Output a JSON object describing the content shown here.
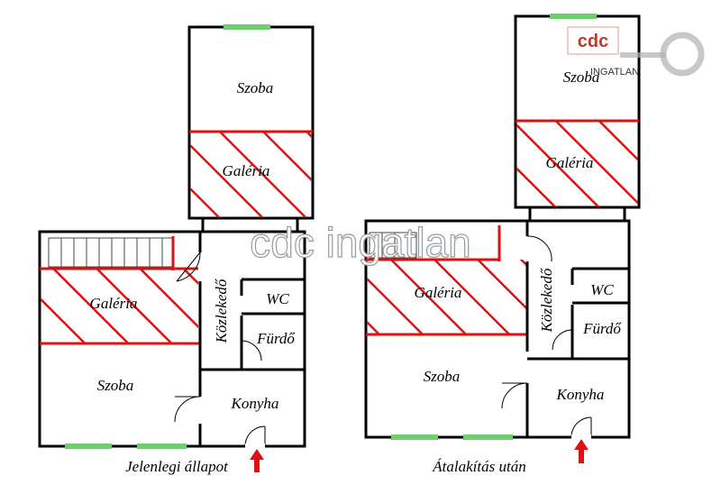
{
  "plans": {
    "current": {
      "caption": "Jelenlegi állapot",
      "rooms": {
        "top_room": "Szoba",
        "top_gallery": "Galéria",
        "main_gallery": "Galéria",
        "main_room": "Szoba",
        "corridor": "Közlekedő",
        "wc": "WC",
        "bathroom": "Fürdő",
        "kitchen": "Konyha"
      }
    },
    "after": {
      "caption": "Átalakítás után",
      "rooms": {
        "top_room": "Szoba",
        "top_gallery": "Galéria",
        "main_gallery": "Galéria",
        "main_room": "Szoba",
        "corridor": "Közlekedő",
        "wc": "WC",
        "bathroom": "Fürdő",
        "kitchen": "Konyha"
      }
    }
  },
  "watermark": "cdc ingatlan",
  "logo": {
    "brand": "cdc",
    "sub": "INGATLAN"
  },
  "colors": {
    "wall": "#000000",
    "hatch": "#e01010",
    "window": "#6ecf6e",
    "arrow": "#e01010"
  }
}
